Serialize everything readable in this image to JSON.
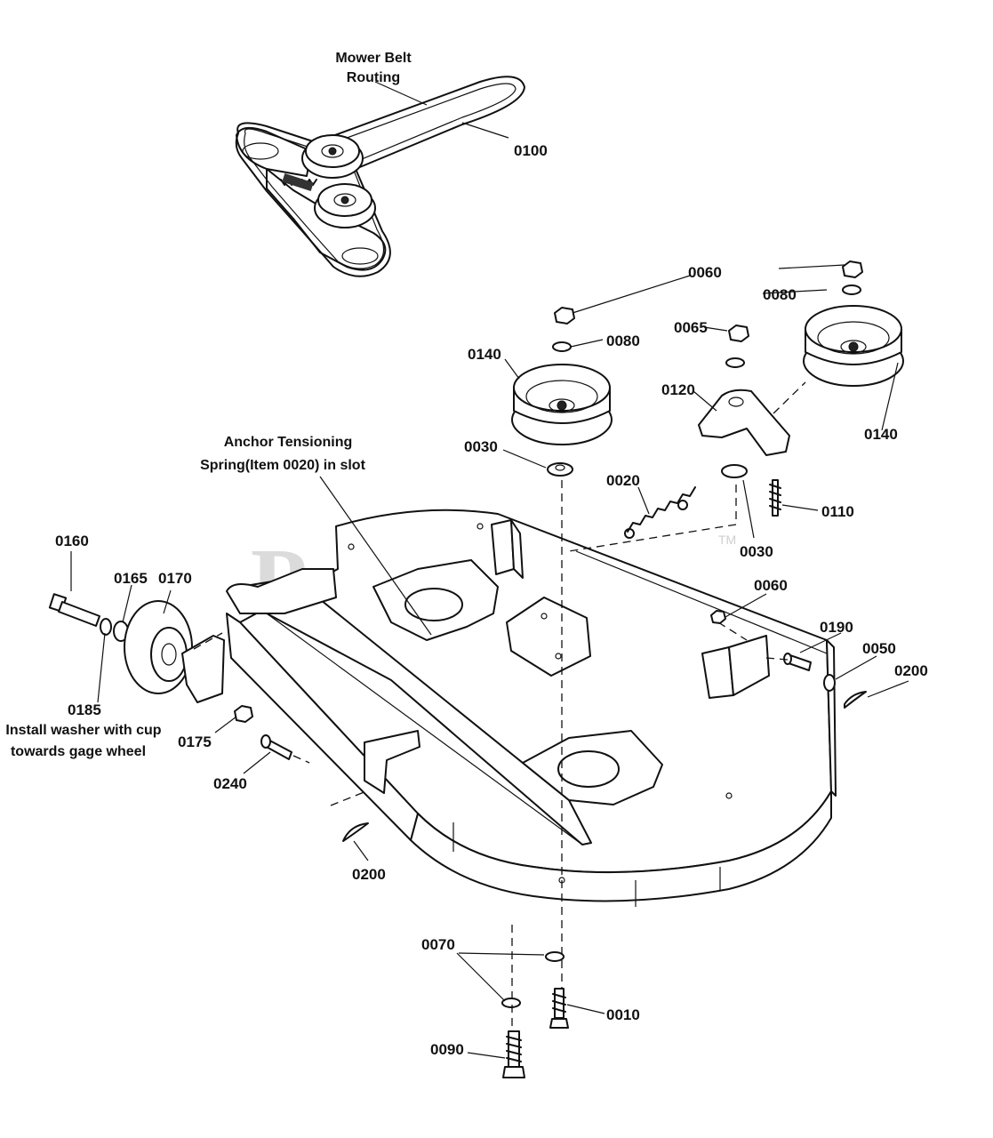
{
  "watermark": {
    "text": "PartsTree",
    "mark": "TM"
  },
  "notes": {
    "belt_routing": [
      "Mower Belt",
      "Routing"
    ],
    "anchor_spring": [
      "Anchor Tensioning",
      "Spring(Item 0020) in slot"
    ],
    "washer": [
      "Install washer with cup",
      "towards gage wheel"
    ]
  },
  "callouts": [
    {
      "id": "c0100",
      "text": "0100"
    },
    {
      "id": "c0060a",
      "text": "0060"
    },
    {
      "id": "c0080a",
      "text": "0080"
    },
    {
      "id": "c0065",
      "text": "0065"
    },
    {
      "id": "c0080b",
      "text": "0080"
    },
    {
      "id": "c0140a",
      "text": "0140"
    },
    {
      "id": "c0120",
      "text": "0120"
    },
    {
      "id": "c0140b",
      "text": "0140"
    },
    {
      "id": "c0030a",
      "text": "0030"
    },
    {
      "id": "c0020",
      "text": "0020"
    },
    {
      "id": "c0110",
      "text": "0110"
    },
    {
      "id": "c0030b",
      "text": "0030"
    },
    {
      "id": "c0160",
      "text": "0160"
    },
    {
      "id": "c0165",
      "text": "0165"
    },
    {
      "id": "c0170",
      "text": "0170"
    },
    {
      "id": "c0060b",
      "text": "0060"
    },
    {
      "id": "c0190",
      "text": "0190"
    },
    {
      "id": "c0050",
      "text": "0050"
    },
    {
      "id": "c0200a",
      "text": "0200"
    },
    {
      "id": "c0185",
      "text": "0185"
    },
    {
      "id": "c0175",
      "text": "0175"
    },
    {
      "id": "c0240",
      "text": "0240"
    },
    {
      "id": "c0200b",
      "text": "0200"
    },
    {
      "id": "c0070",
      "text": "0070"
    },
    {
      "id": "c0010",
      "text": "0010"
    },
    {
      "id": "c0090",
      "text": "0090"
    }
  ]
}
